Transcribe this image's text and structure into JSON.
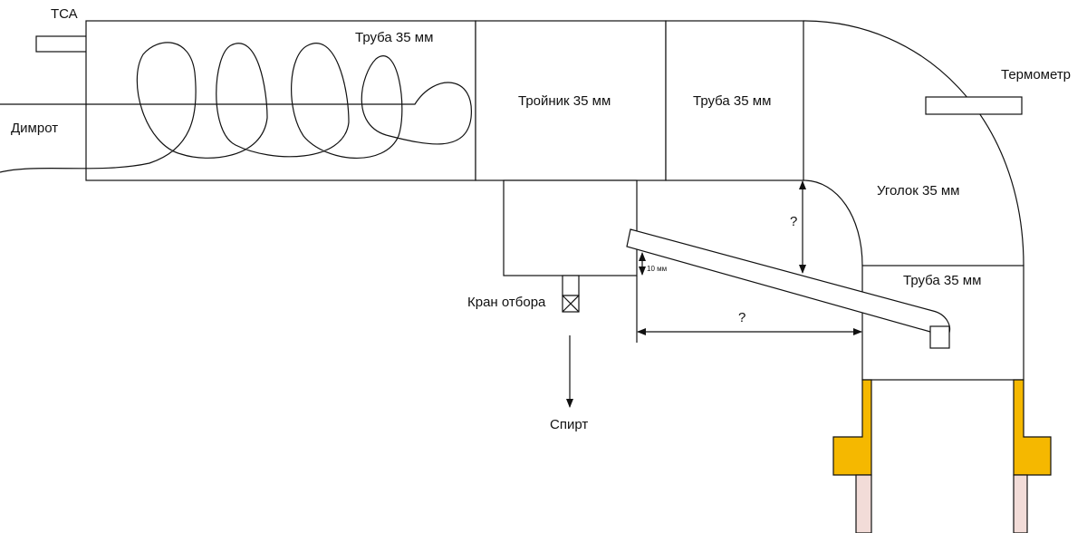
{
  "labels": {
    "tsa": "ТСА",
    "dimrot": "Димрот",
    "pipe_top": "Труба 35 мм",
    "tee": "Тройник 35 мм",
    "pipe_mid": "Труба 35 мм",
    "thermometer": "Термометр",
    "elbow": "Уголок 35 мм",
    "pipe_bottom": "Труба 35 мм",
    "valve": "Кран отбора",
    "alcohol": "Спирт",
    "q_vertical": "?",
    "q_horizontal": "?",
    "dim_10mm": "10 мм"
  },
  "colors": {
    "flange_fill": "#f5b800",
    "sleeve_fill": "#f2dcd8",
    "stroke": "#111111"
  }
}
